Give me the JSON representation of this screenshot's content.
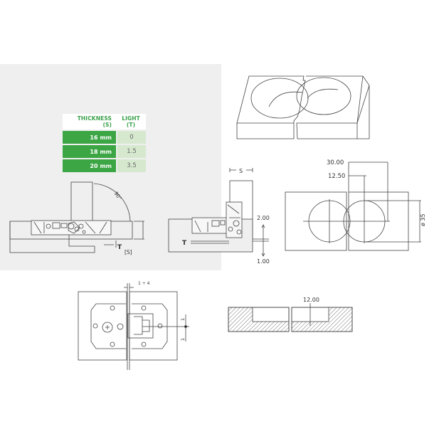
{
  "table": {
    "headers": {
      "thickness": "THICKNESS (S)",
      "light": "LIGHT (T)"
    },
    "rows": [
      {
        "thickness": "16 mm",
        "light": "0"
      },
      {
        "thickness": "18 mm",
        "light": "1.5"
      },
      {
        "thickness": "20 mm",
        "light": "3.5"
      }
    ],
    "colors": {
      "header_text": "#3aa14b",
      "thickness_bg": "#3ca544",
      "light_bg": "#d6e9cf",
      "panel_bg": "#efefef"
    }
  },
  "side_view": {
    "angle_label": "90°",
    "light_label": "T",
    "thickness_label": "[S]"
  },
  "section_view": {
    "thickness_label": "S",
    "light_label": "T",
    "dim_top": "2.00",
    "dim_bottom": "1.00"
  },
  "drill_plan": {
    "dim_outer": "30.00",
    "dim_inner": "12.50",
    "diameter": "ø 35"
  },
  "front_view": {
    "gap": "1 ÷ 4",
    "offset_top": "1",
    "offset_bottom": "1"
  },
  "cut_section": {
    "depth": "12.00"
  }
}
